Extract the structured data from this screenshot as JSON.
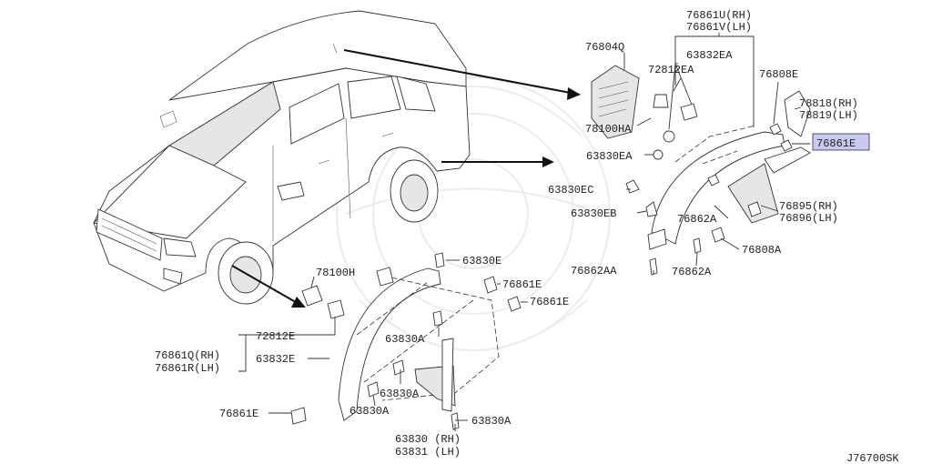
{
  "diagram": {
    "code": "J76700SK",
    "labels": {
      "l_76861U": "76861U(RH)",
      "l_76861V": "76861V(LH)",
      "l_76804Q": "76804Q",
      "l_63832EA": "63832EA",
      "l_72812EA": "72812EA",
      "l_76808E": "76808E",
      "l_78818": "78818(RH)",
      "l_78819": "78819(LH)",
      "l_78100HA": "78100HA",
      "l_76861E_hl": "76861E",
      "l_63830EA": "63830EA",
      "l_63830EC": "63830EC",
      "l_63830EB": "63830EB",
      "l_76895": "76895(RH)",
      "l_76896": "76896(LH)",
      "l_76862A_1": "76862A",
      "l_76808A": "76808A",
      "l_76862AA": "76862AA",
      "l_76862A_2": "76862A",
      "l_78100H": "78100H",
      "l_63830E": "63830E",
      "l_76861E_1": "76861E",
      "l_76861E_2": "76861E",
      "l_72812E": "72812E",
      "l_76861Q": "76861Q(RH)",
      "l_76861R": "76861R(LH)",
      "l_63832E": "63832E",
      "l_63830A_1": "63830A",
      "l_63830A_2": "63830A",
      "l_63830A_3": "63830A",
      "l_63830A_4": "63830A",
      "l_76861E_3": "76861E",
      "l_63830": "63830 (RH)",
      "l_63831": "63831 (LH)"
    }
  }
}
